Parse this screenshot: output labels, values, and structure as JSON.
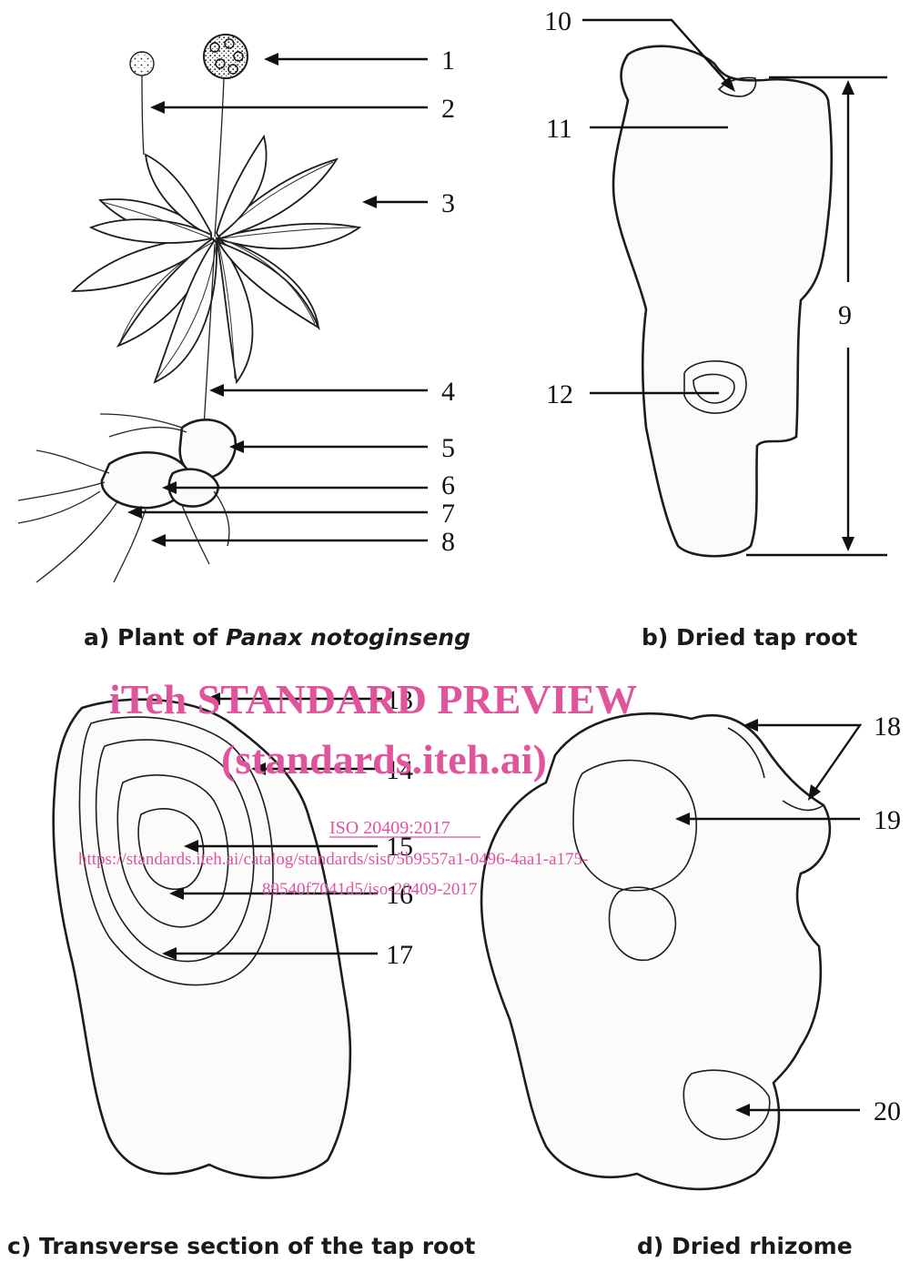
{
  "labels": {
    "n1": "1",
    "n2": "2",
    "n3": "3",
    "n4": "4",
    "n5": "5",
    "n6": "6",
    "n7": "7",
    "n8": "8",
    "n9": "9",
    "n10": "10",
    "n11": "11",
    "n12": "12",
    "n13": "13",
    "n14": "14",
    "n15": "15",
    "n16": "16",
    "n17": "17",
    "n18": "18",
    "n19": "19",
    "n20": "20"
  },
  "captions": {
    "a_prefix": "a) Plant of ",
    "a_species": "Panax notoginseng",
    "b": "b) Dried tap root",
    "c": "c) Transverse section of the tap root",
    "d": "d) Dried rhizome"
  },
  "watermark": {
    "line1": "iTeh STANDARD PREVIEW",
    "line2": "(standards.iteh.ai)",
    "line3": "ISO 20409:2017",
    "line4": "https://standards.iteh.ai/catalog/standards/sist/5b9557a1-0496-4aa1-a175-",
    "line5": "89540f7041d5/iso-20409-2017"
  },
  "colors": {
    "ink": "#111111",
    "watermark": "#e0549b"
  }
}
